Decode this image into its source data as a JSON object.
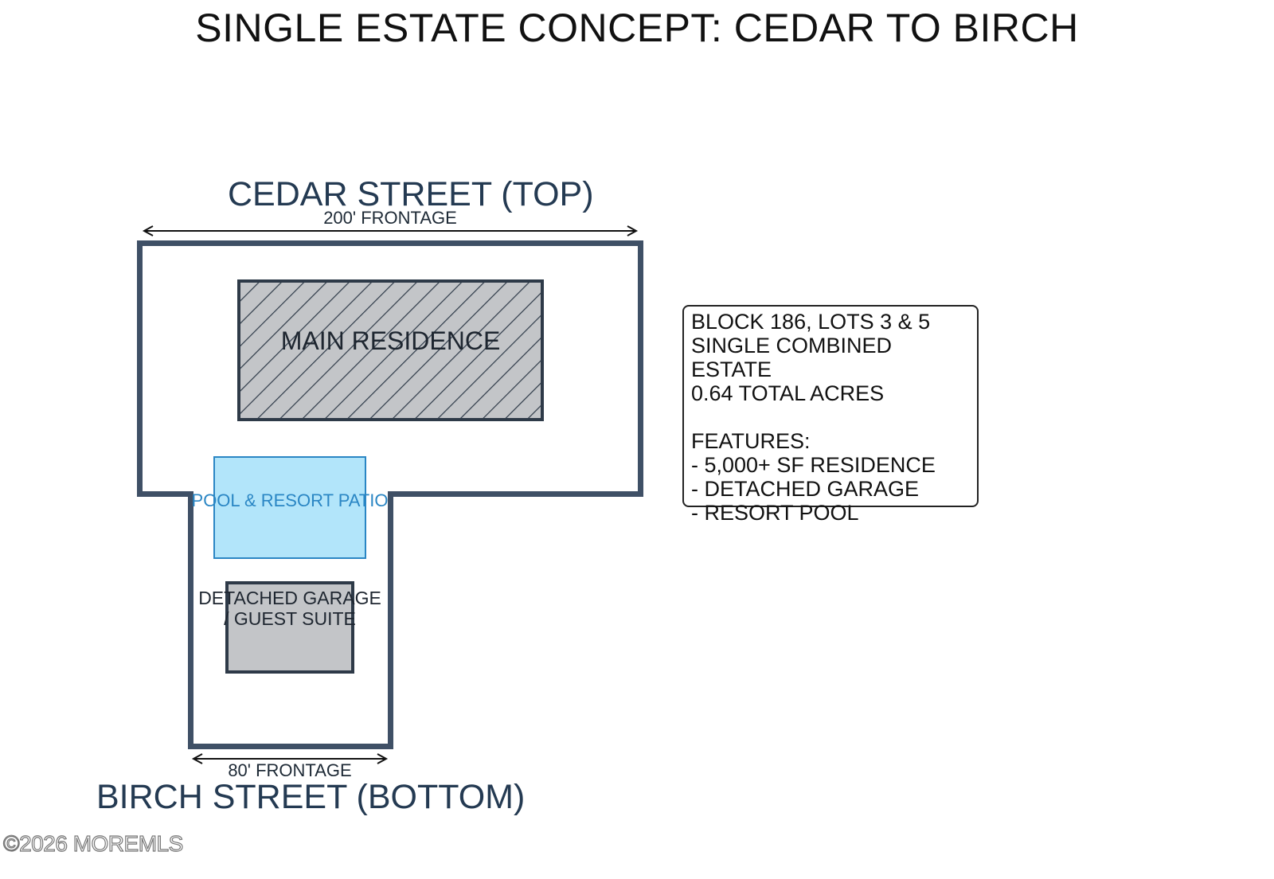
{
  "title": "SINGLE ESTATE CONCEPT: CEDAR TO BIRCH",
  "top_street": {
    "label": "CEDAR STREET (TOP)",
    "frontage": "200' FRONTAGE"
  },
  "bottom_street": {
    "label": "BIRCH STREET (BOTTOM)",
    "frontage": "80' FRONTAGE"
  },
  "buildings": {
    "main_residence": "MAIN RESIDENCE",
    "pool": "POOL & RESORT PATIO",
    "garage_line1": "DETACHED GARAGE",
    "garage_line2": "/ GUEST SUITE"
  },
  "info": {
    "line1": "BLOCK 186, LOTS 3 & 5",
    "line2": "SINGLE COMBINED ESTATE",
    "line3": "0.64 TOTAL ACRES",
    "features_heading": "FEATURES:",
    "features": [
      "- 5,000+ SF RESIDENCE",
      "- DETACHED GARAGE",
      "- RESORT POOL"
    ]
  },
  "watermark": "©2026 MOREMLS",
  "colors": {
    "lot_outline": "#3f5066",
    "street_text": "#243a52",
    "building_fill": "#c3c5c8",
    "pool_fill": "#b2e5fa",
    "pool_text": "#2a86c4"
  }
}
